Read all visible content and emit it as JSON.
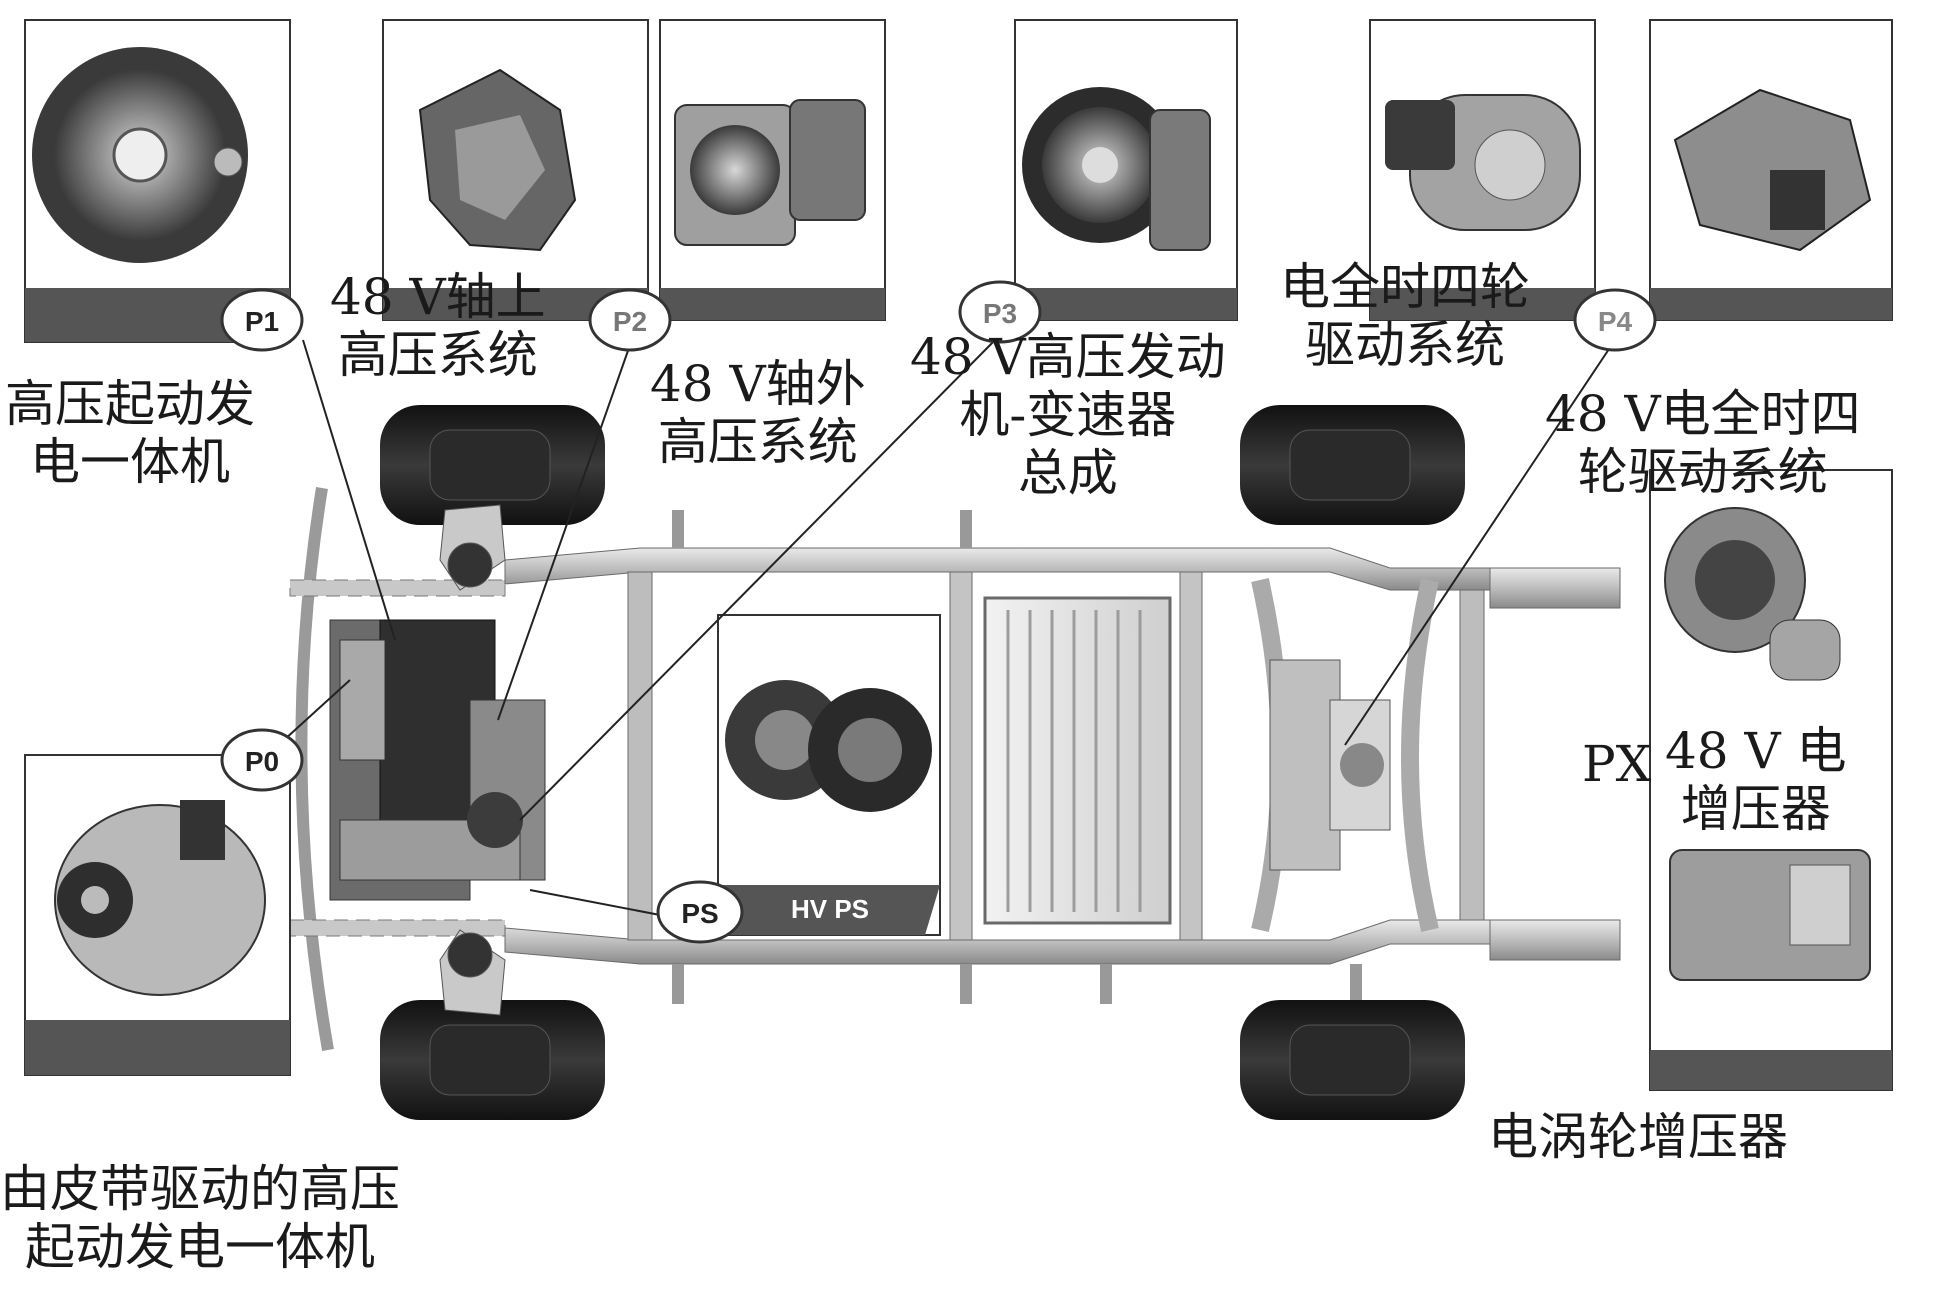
{
  "markers": {
    "p0": "P0",
    "p1": "P1",
    "p2": "P2",
    "p3": "P3",
    "p4": "P4",
    "ps": "PS"
  },
  "hvps_label": "HV PS",
  "labels": {
    "p1_line1": "高压起动发",
    "p1_line2": "电一体机",
    "p2a_line1": "48 V轴上",
    "p2a_line2": "高压系统",
    "p2b_line1": "48 V轴外",
    "p2b_line2": "高压系统",
    "p3_line1": "48 V高压发动",
    "p3_line2": "机-变速器",
    "p3_line3": "总成",
    "p4a_line1": "电全时四轮",
    "p4a_line2": "驱动系统",
    "p4b_line1": "48 V电全时四",
    "p4b_line2": "轮驱动系统",
    "px_prefix": "PX",
    "px_line1": "48 V 电",
    "px_line2": "增压器",
    "turbo": "电涡轮增压器",
    "p0_line1": "由皮带驱动的高压",
    "p0_line2": "起动发电一体机"
  }
}
